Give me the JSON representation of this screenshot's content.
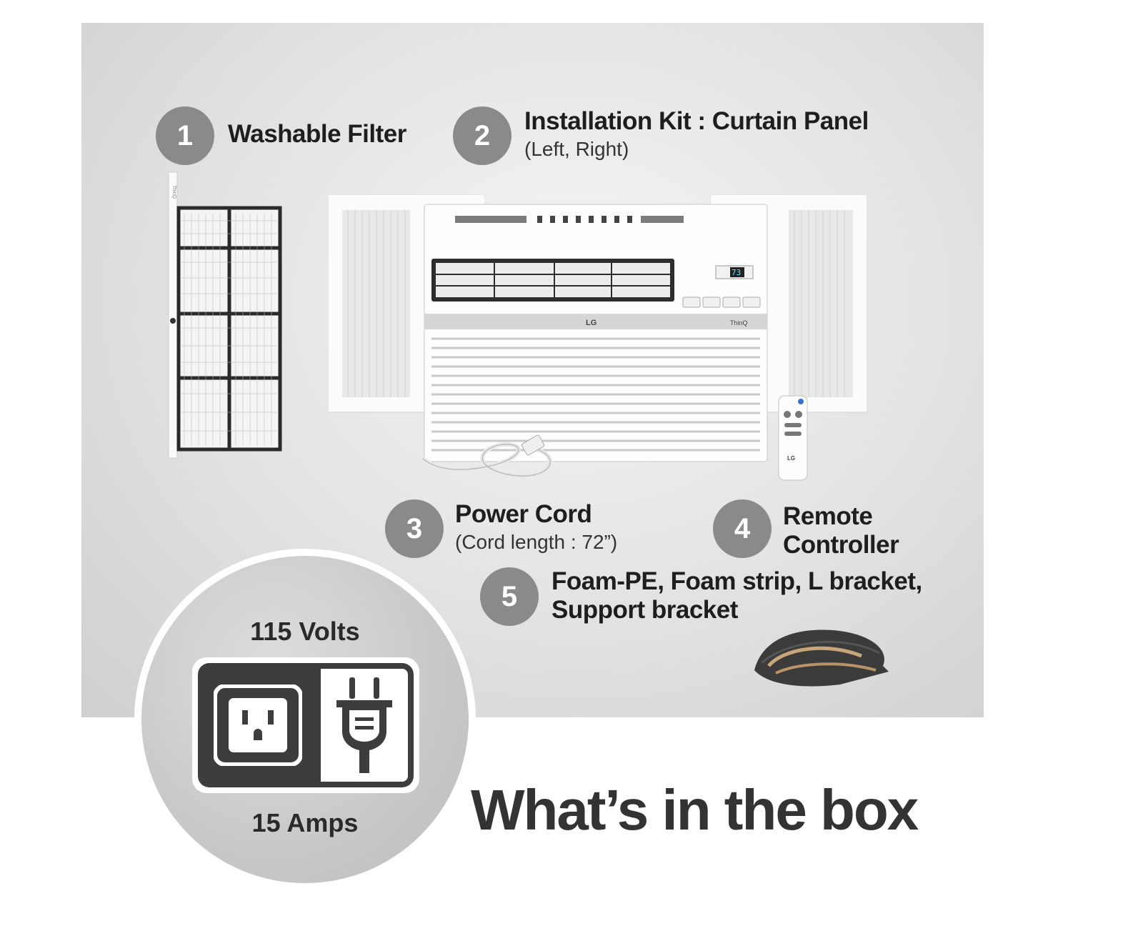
{
  "items": [
    {
      "number": "1",
      "title": "Washable Filter",
      "subtitle": ""
    },
    {
      "number": "2",
      "title": "Installation Kit : Curtain Panel",
      "subtitle": "(Left, Right)"
    },
    {
      "number": "3",
      "title": "Power Cord",
      "subtitle": "(Cord length : 72”)"
    },
    {
      "number": "4",
      "title_line1": "Remote",
      "title_line2": "Controller"
    },
    {
      "number": "5",
      "title_line1": "Foam-PE, Foam strip, L bracket,",
      "title_line2": "Support bracket"
    }
  ],
  "power": {
    "voltage": "115 Volts",
    "amperage": "15 Amps"
  },
  "headline": "What’s in the box",
  "product_marks": {
    "brand": "LG",
    "sub_brand": "ThinQ",
    "display_temp": "73"
  },
  "icons": [
    "outlet-icon",
    "plug-icon"
  ],
  "colors": {
    "badge": "#8a8a8a",
    "panel": "#e2e2e2",
    "icon_dark": "#3d3d3d",
    "text": "#1e1e1e"
  }
}
